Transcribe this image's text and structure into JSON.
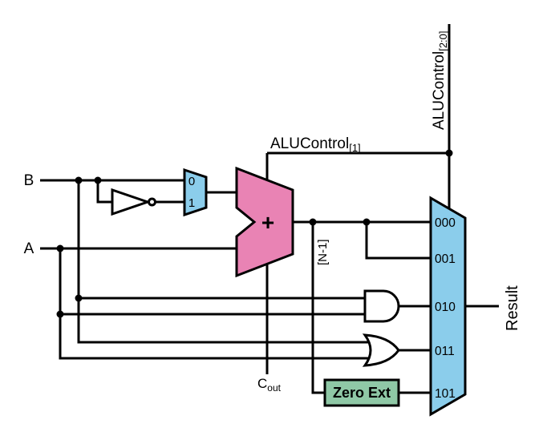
{
  "inputs": {
    "b": "B",
    "a": "A"
  },
  "output": {
    "result": "Result"
  },
  "control": {
    "bit1_main": "ALUControl",
    "bit1_sub": "[1]",
    "bus_main": "ALUControl",
    "bus_sub": "[2:0]"
  },
  "adder": {
    "symbol": "+",
    "carry_out_main": "C",
    "carry_out_sub": "out"
  },
  "sign_bit": {
    "label": "[N-1]"
  },
  "invert_mux": {
    "options": [
      "0",
      "1"
    ]
  },
  "result_mux": {
    "options": [
      "000",
      "001",
      "010",
      "011",
      "101"
    ]
  },
  "zero_ext": {
    "label": "Zero Ext"
  },
  "colors": {
    "adder_fill": "#e983b4",
    "mux_fill": "#8bcdeb",
    "zero_ext_fill": "#8fc8a6",
    "gate_fill": "#ffffff",
    "wire": "#000000",
    "background": "#ffffff"
  }
}
